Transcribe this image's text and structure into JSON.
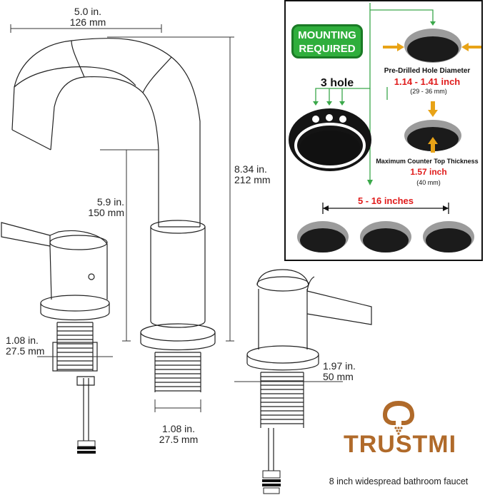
{
  "dimensions": {
    "spout_reach": {
      "inches": "5.0 in.",
      "mm": "126 mm"
    },
    "spout_height": {
      "inches": "8.34 in.",
      "mm": "212 mm"
    },
    "spout_clearance": {
      "inches": "5.9 in.",
      "mm": "150 mm"
    },
    "handle_shank": {
      "inches": "1.08 in.",
      "mm": "27.5 mm"
    },
    "spout_shank": {
      "inches": "1.08 in.",
      "mm": "27.5 mm"
    },
    "base_diameter": {
      "inches": "1.97 in.",
      "mm": "50 mm"
    }
  },
  "mounting_panel": {
    "badge": [
      "MOUNTING",
      "REQUIRED"
    ],
    "hole_label": "3 hole",
    "hole_diameter": {
      "title": "Pre-Drilled Hole Diameter",
      "inches": "1.14 - 1.41 inch",
      "mm": "(29 - 36 mm)"
    },
    "counter_thickness": {
      "title": "Maximum Counter Top Thickness",
      "inches": "1.57 inch",
      "mm": "(40 mm)"
    },
    "spread": "5 - 16 inches",
    "colors": {
      "badge": "#2fae3c",
      "highlight": "#e01b1b",
      "arrow": "#e8a317",
      "pointer": "#3aa84a"
    }
  },
  "brand": {
    "name": "TRUSTMI",
    "caption": "8 inch widespread bathroom faucet",
    "color": "#b06a2a"
  }
}
